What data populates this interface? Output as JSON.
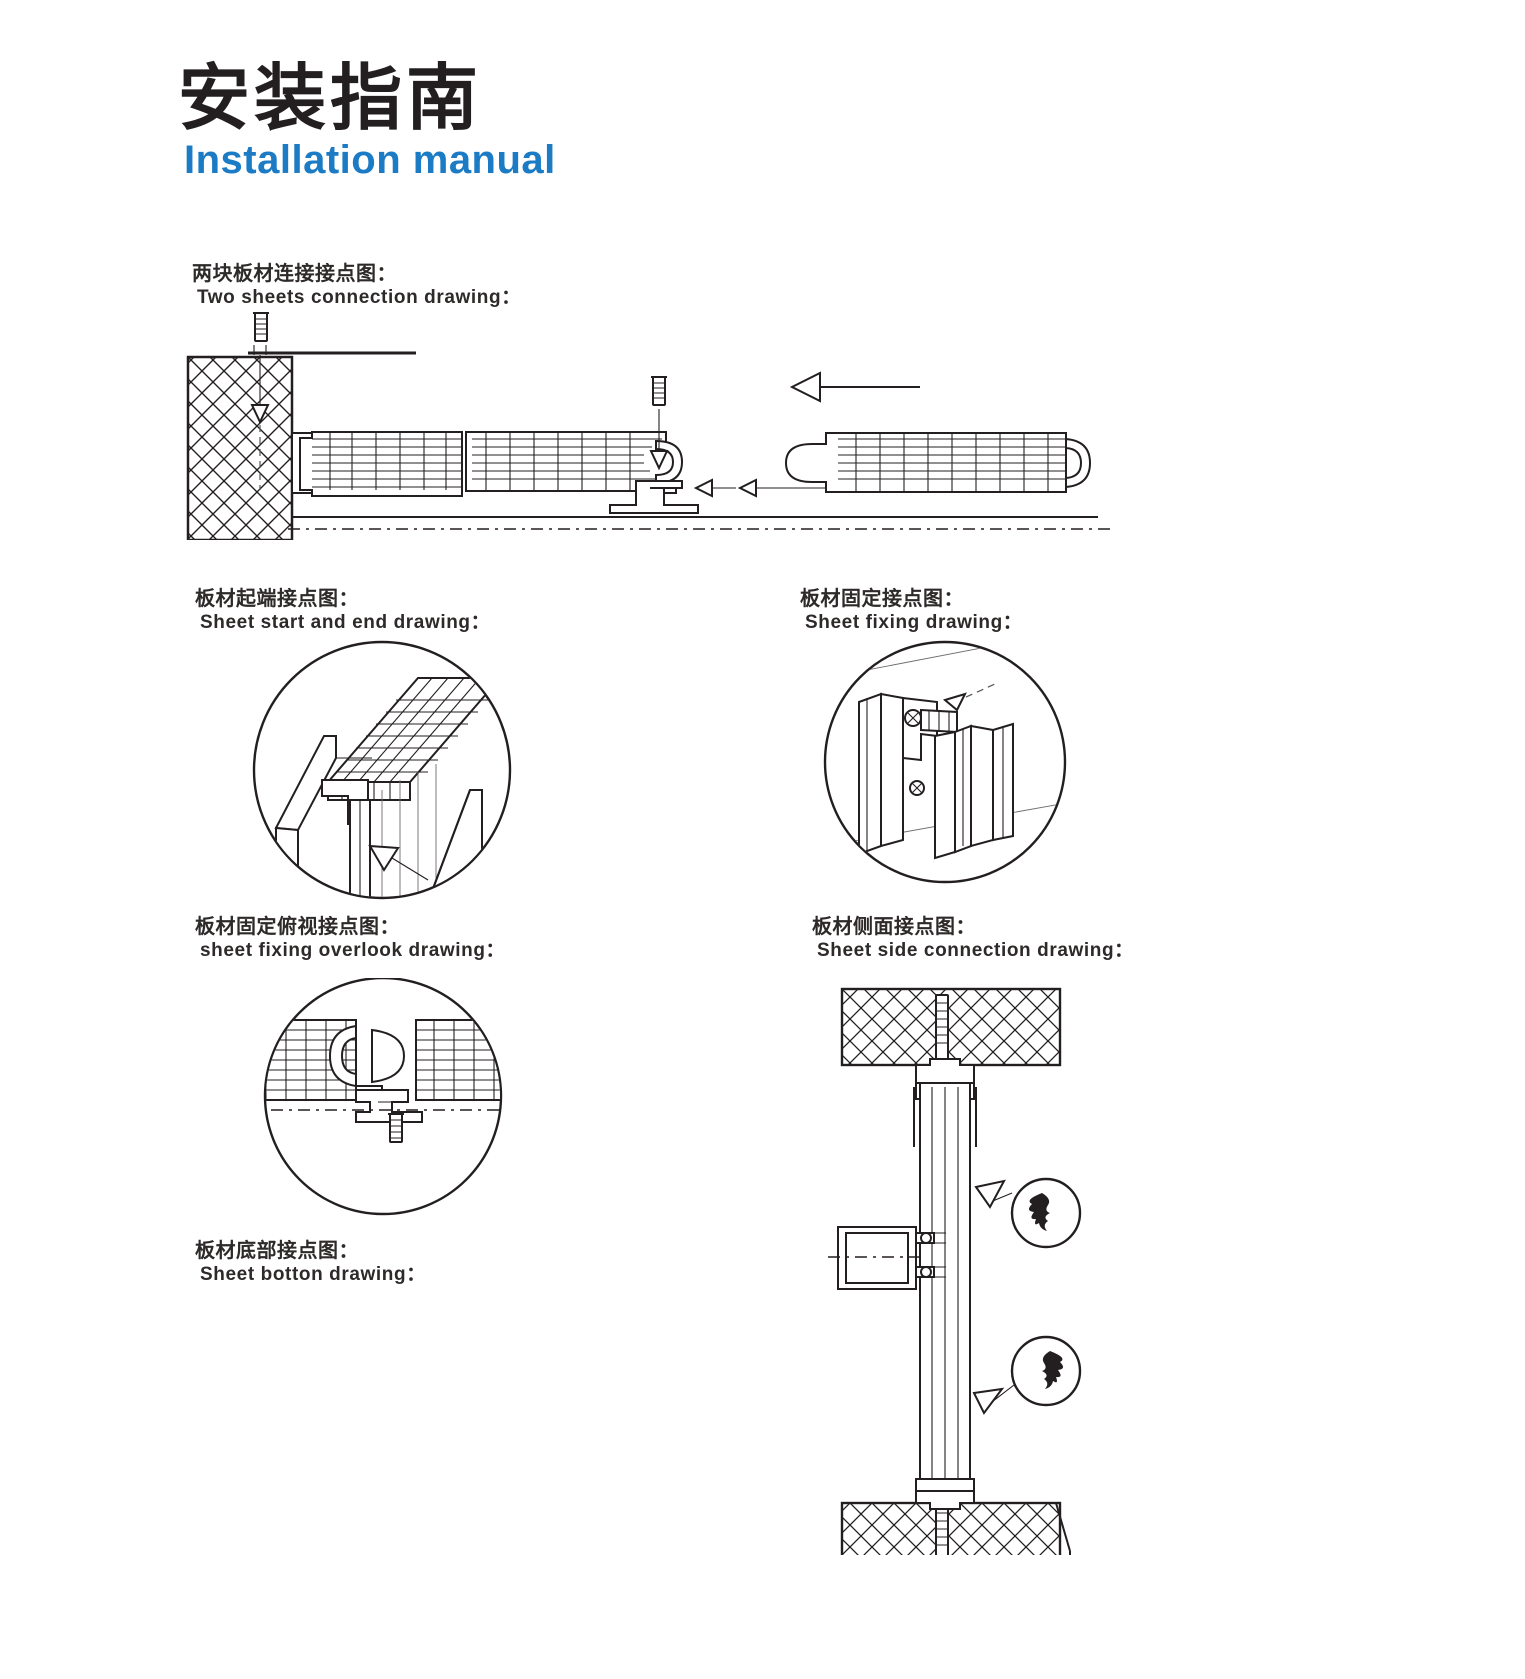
{
  "document": {
    "title_cn": "安装指南",
    "title_en": "Installation manual",
    "accent_color": "#1b7bc4",
    "ink_color": "#231f20",
    "background_color": "#ffffff"
  },
  "sections": [
    {
      "id": "two-sheets-connection",
      "cn": "两块板材连接接点图：",
      "en": "Two sheets connection drawing："
    },
    {
      "id": "sheet-start-end",
      "cn": "板材起端接点图：",
      "en": "Sheet start and end drawing："
    },
    {
      "id": "sheet-fixing",
      "cn": "板材固定接点图：",
      "en": "Sheet fixing drawing："
    },
    {
      "id": "sheet-fixing-overlook",
      "cn": "板材固定俯视接点图：",
      "en": "sheet fixing overlook drawing："
    },
    {
      "id": "sheet-side-connection",
      "cn": "板材侧面接点图：",
      "en": "Sheet side connection drawing："
    },
    {
      "id": "sheet-botton",
      "cn": "板材底部接点图：",
      "en": "Sheet botton drawing："
    }
  ]
}
